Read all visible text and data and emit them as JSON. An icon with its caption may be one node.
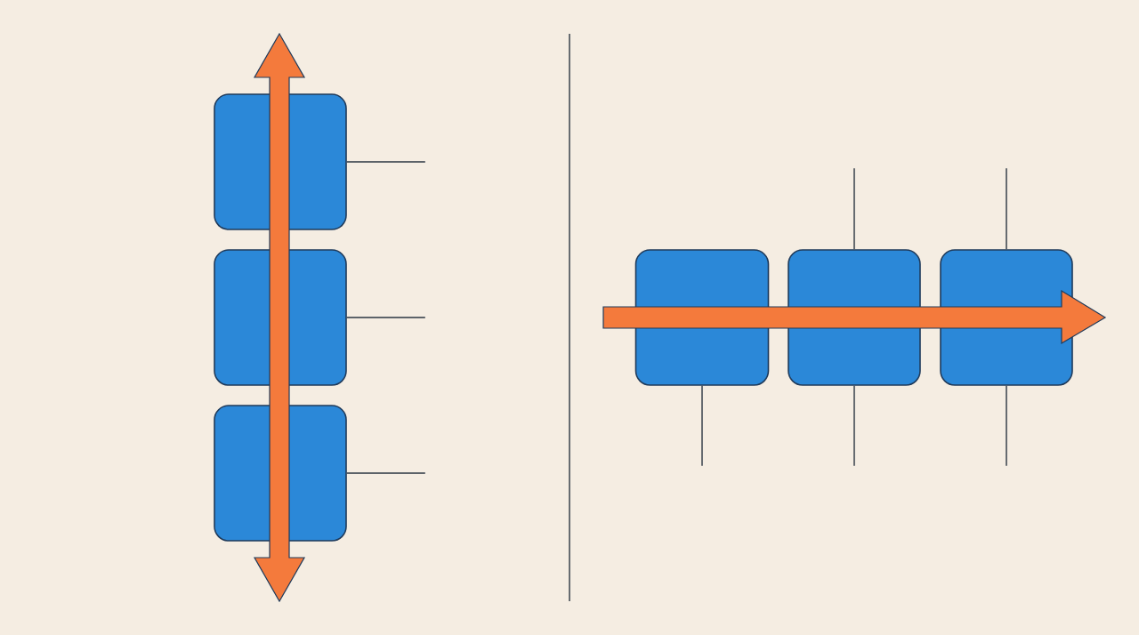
{
  "diagram": {
    "nodes": [
      {
        "text": [],
        "shape": "box"
      },
      {
        "text": [],
        "shape": "box"
      },
      {
        "text": [],
        "shape": "box"
      },
      {
        "text": [],
        "shape": "box"
      },
      {
        "text": [],
        "shape": "box"
      },
      {
        "text": [],
        "shape": "box"
      }
    ],
    "edges": [
      {
        "from": 0,
        "to": null,
        "arrow": "none"
      },
      {
        "from": 1,
        "to": null,
        "arrow": "none"
      },
      {
        "from": 2,
        "to": null,
        "arrow": "none"
      },
      {
        "from": 4,
        "to": null,
        "arrow": "none"
      },
      {
        "from": 5,
        "to": null,
        "arrow": "none"
      },
      {
        "from": 3,
        "to": null,
        "arrow": "none"
      },
      {
        "from": 4,
        "to": null,
        "arrow": "none"
      },
      {
        "from": 5,
        "to": null,
        "arrow": "none"
      }
    ]
  }
}
